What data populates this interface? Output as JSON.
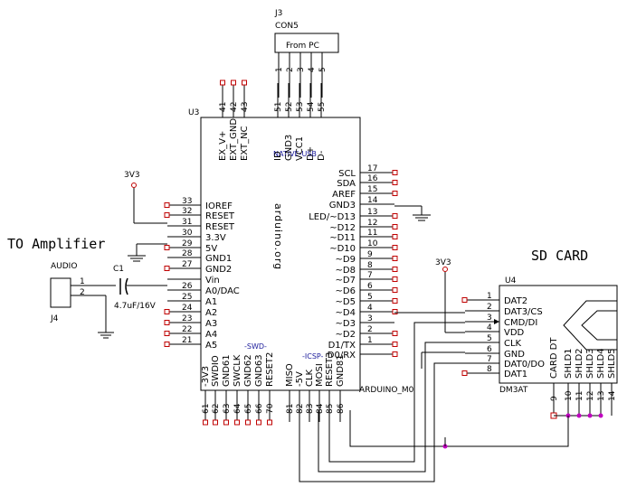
{
  "diagram": {
    "j3": {
      "ref": "J3",
      "part": "CON5",
      "label": "From PC",
      "pins": [
        "1",
        "2",
        "3",
        "4",
        "5"
      ]
    },
    "u3": {
      "ref": "U3",
      "watermark": "arduino.org",
      "native_usb": "NATIVE-USB",
      "swd": "-SWD-",
      "icsp": "-ICSP-",
      "footer": "ARDUINO_M0",
      "top_pins": [
        {
          "num": "41",
          "name": "EX_V+"
        },
        {
          "num": "42",
          "name": "EXT_GND"
        },
        {
          "num": "43",
          "name": "EXT_NC"
        },
        {
          "num": "51",
          "name": "ID"
        },
        {
          "num": "52",
          "name": "GND3"
        },
        {
          "num": "53",
          "name": "VCC1"
        },
        {
          "num": "54",
          "name": "D+"
        },
        {
          "num": "55",
          "name": "D-"
        }
      ],
      "left_pins": [
        {
          "num": "33",
          "name": "IOREF"
        },
        {
          "num": "32",
          "name": "RESET"
        },
        {
          "num": "31",
          "name": "RESET"
        },
        {
          "num": "30",
          "name": "3.3V"
        },
        {
          "num": "29",
          "name": "5V"
        },
        {
          "num": "28",
          "name": "GND1"
        },
        {
          "num": "27",
          "name": "GND2"
        },
        {
          "num": "",
          "name": "Vin"
        },
        {
          "num": "26",
          "name": "A0/DAC"
        },
        {
          "num": "25",
          "name": "A1"
        },
        {
          "num": "24",
          "name": "A2"
        },
        {
          "num": "23",
          "name": "A3"
        },
        {
          "num": "22",
          "name": "A4"
        },
        {
          "num": "21",
          "name": "A5"
        }
      ],
      "right_pins": [
        {
          "num": "17",
          "name": "SCL"
        },
        {
          "num": "16",
          "name": "SDA"
        },
        {
          "num": "15",
          "name": "AREF"
        },
        {
          "num": "14",
          "name": "GND3"
        },
        {
          "num": "13",
          "name": "LED/~D13"
        },
        {
          "num": "12",
          "name": "~D12"
        },
        {
          "num": "11",
          "name": "~D11"
        },
        {
          "num": "10",
          "name": "~D10"
        },
        {
          "num": "9",
          "name": "~D9"
        },
        {
          "num": "8",
          "name": "~D8"
        },
        {
          "num": "7",
          "name": "~D7"
        },
        {
          "num": "6",
          "name": "~D6"
        },
        {
          "num": "5",
          "name": "~D5"
        },
        {
          "num": "4",
          "name": "~D4"
        },
        {
          "num": "3",
          "name": "~D3"
        },
        {
          "num": "2",
          "name": "~D2"
        },
        {
          "num": "1",
          "name": "D1/TX"
        },
        {
          "num": "",
          "name": "D0/RX"
        }
      ],
      "bottom_pins": [
        {
          "num": "61",
          "name": "-3V3"
        },
        {
          "num": "62",
          "name": "SWDIO"
        },
        {
          "num": "63",
          "name": "GND61"
        },
        {
          "num": "64",
          "name": "SWCLK"
        },
        {
          "num": "65",
          "name": "GND62"
        },
        {
          "num": "66",
          "name": "GND63"
        },
        {
          "num": "70",
          "name": "RESET2"
        },
        {
          "num": "81",
          "name": "MISO"
        },
        {
          "num": "82",
          "name": "-5V"
        },
        {
          "num": "83",
          "name": "CLK"
        },
        {
          "num": "84",
          "name": "MOSI"
        },
        {
          "num": "85",
          "name": "RESET3"
        },
        {
          "num": "86",
          "name": "GND81"
        }
      ]
    },
    "sd": {
      "title": "SD CARD",
      "ref": "U4",
      "part": "DM3AT",
      "left_pins": [
        {
          "num": "1",
          "name": "DAT2"
        },
        {
          "num": "2",
          "name": "DAT3/CS"
        },
        {
          "num": "3",
          "name": "CMD/DI"
        },
        {
          "num": "4",
          "name": "VDD"
        },
        {
          "num": "5",
          "name": "CLK"
        },
        {
          "num": "6",
          "name": "GND"
        },
        {
          "num": "7",
          "name": "DAT0/DO"
        },
        {
          "num": "8",
          "name": "DAT1"
        }
      ],
      "bottom_pins": [
        {
          "num": "9",
          "name": "CARD DT"
        },
        {
          "num": "10",
          "name": "SHLD1"
        },
        {
          "num": "11",
          "name": "SHLD2"
        },
        {
          "num": "12",
          "name": "SHLD3"
        },
        {
          "num": "13",
          "name": "SHLD4"
        },
        {
          "num": "14",
          "name": "SHLD5"
        }
      ]
    },
    "amp": {
      "title": "TO Amplifier",
      "part": "AUDIO",
      "ref": "J4",
      "pins": [
        "1",
        "2"
      ]
    },
    "c1": {
      "ref": "C1",
      "value": "4.7uF/16V"
    },
    "power": {
      "left": "3V3",
      "right": "3V3"
    }
  }
}
